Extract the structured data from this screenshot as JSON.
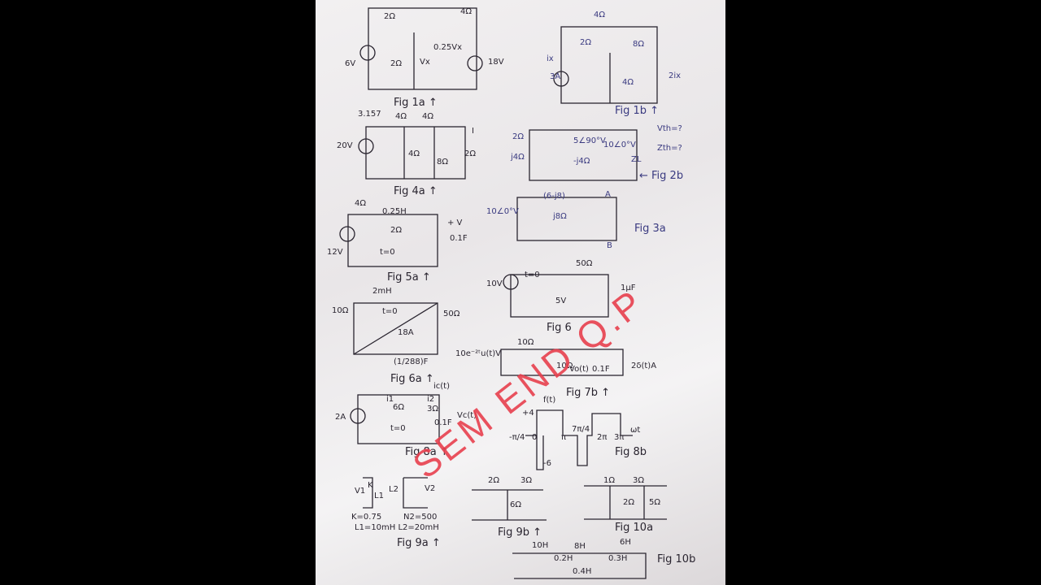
{
  "watermark": "SEM END Q.P",
  "captions": [
    "Fig 1a ↑",
    "Fig 1b ↑",
    "Fig 4a ↑",
    "← Fig 2b",
    "Fig 3a",
    "Fig 5a ↑",
    "Fig 6",
    "Fig 6a ↑",
    "Fig 7b ↑",
    "Fig 8a ↑",
    "Fig 8b",
    "Fig 9a ↑",
    "Fig 9b ↑",
    "Fig 10a",
    "Fig 10b"
  ],
  "labels": [
    "2Ω",
    "4Ω",
    "0.25Vx",
    "6V",
    "2Ω",
    "Vx",
    "18V",
    "4Ω",
    "2Ω",
    "8Ω",
    "ix",
    "3A",
    "4Ω",
    "2ix",
    "3.157",
    "4Ω",
    "4Ω",
    "I",
    "20V",
    "4Ω",
    "8Ω",
    "2Ω",
    "2Ω",
    "j4Ω",
    "5∠90°V",
    "10∠0°V",
    "-j4Ω",
    "Vth=?",
    "Zth=?",
    "ZL",
    "(6-j8)",
    "A",
    "10∠0°V",
    "j8Ω",
    "B",
    "4Ω",
    "0.25H",
    "+ V",
    "0.1F",
    "12V",
    "t=0",
    "2Ω",
    "2mH",
    "10Ω",
    "50Ω",
    "18A",
    "t=0",
    "(1/288)F",
    "50Ω",
    "10V",
    "t=0",
    "5V",
    "1μF",
    "10Ω",
    "10e⁻²ᵗu(t)V",
    "10Ω",
    "Vo(t)",
    "0.1F",
    "2δ(t)A",
    "ic(t)",
    "i1",
    "6Ω",
    "i2",
    "3Ω",
    "2A",
    "t=0",
    "0.1F",
    "Vc(t)",
    "f(t)",
    "+4",
    "-π/4",
    "0",
    "π",
    "7π/4",
    "2π",
    "3π",
    "ωt",
    "-6",
    "K",
    "L1",
    "V1",
    "L2",
    "V2",
    "K=0.75",
    "N2=500",
    "L1=10mH  L2=20mH",
    "2Ω",
    "3Ω",
    "6Ω",
    "1Ω",
    "3Ω",
    "2Ω",
    "5Ω",
    "10H",
    "8H",
    "6H",
    "0.2H",
    "0.3H",
    "0.4H"
  ],
  "ink_colors": {
    "pencil": "#2a2530",
    "blue_pen": "#3a3a80",
    "stamp": "#e8404e"
  }
}
